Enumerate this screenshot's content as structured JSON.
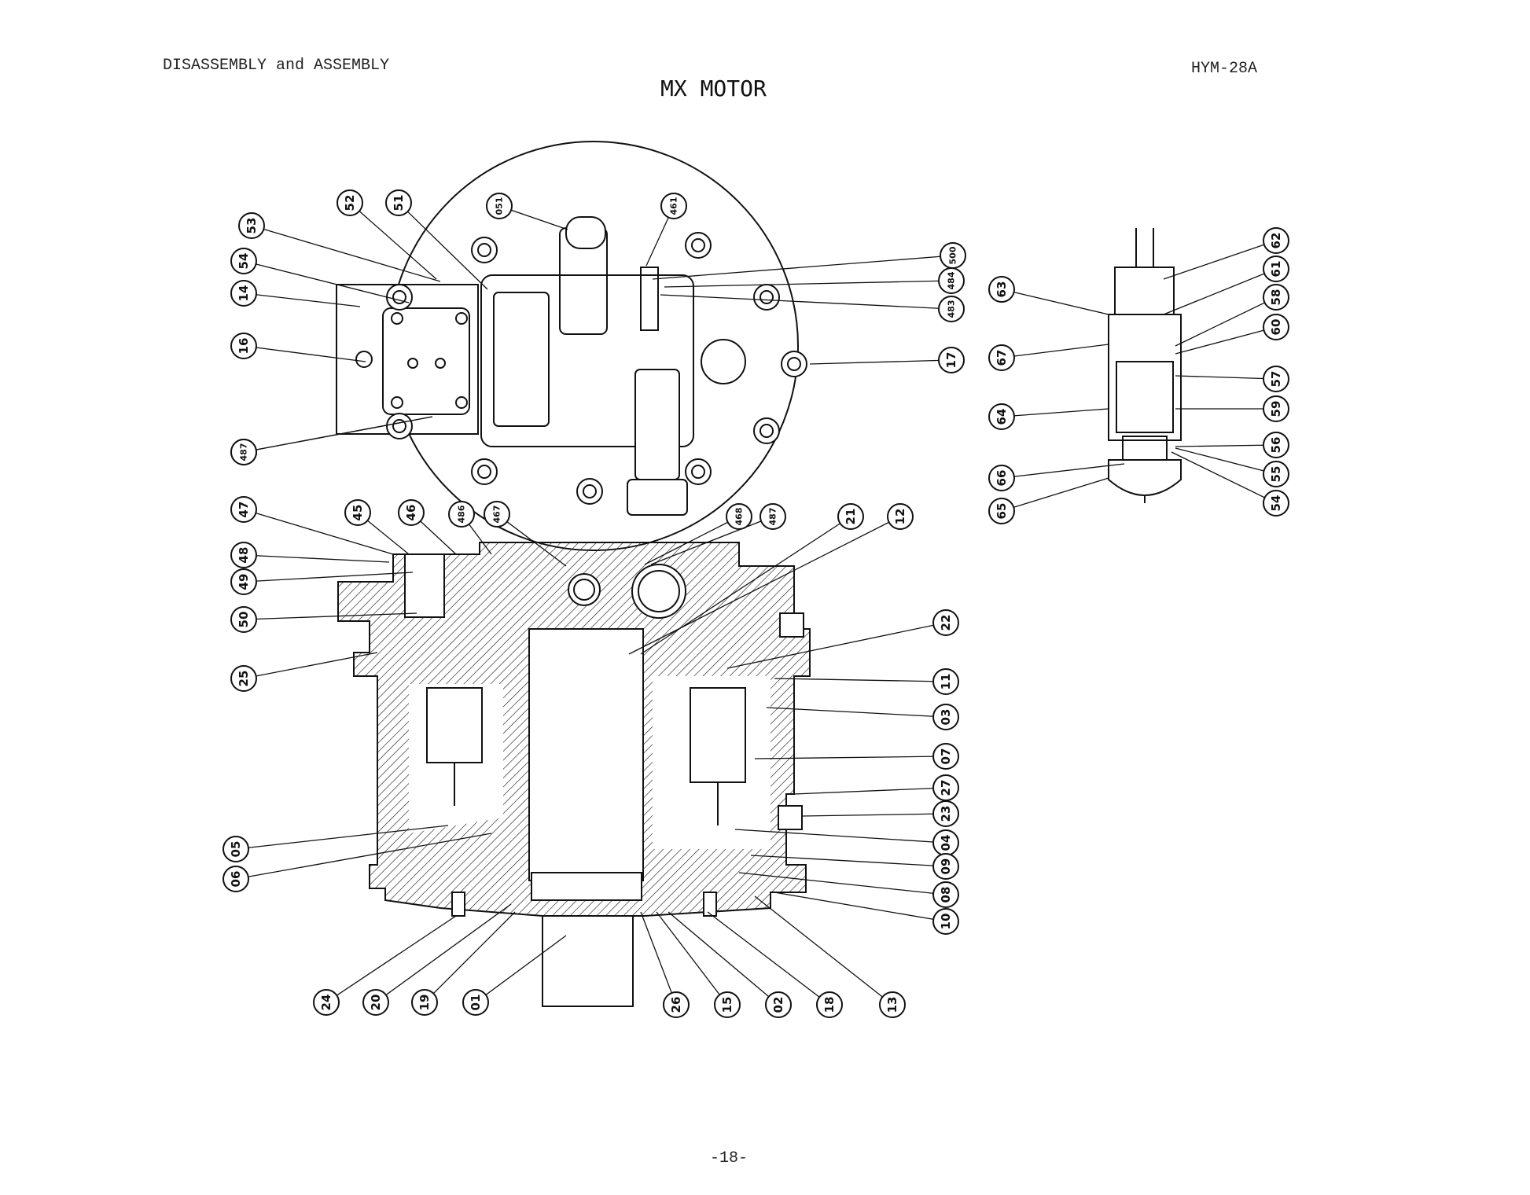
{
  "header": {
    "left": "DISASSEMBLY and ASSEMBLY",
    "right": "HYM-28A",
    "title": "MX MOTOR"
  },
  "footer": {
    "page": "-18-"
  },
  "callouts": {
    "top_view": [
      "52",
      "51",
      "051",
      "461",
      "53",
      "54",
      "14",
      "16",
      "468",
      "487",
      "500",
      "484",
      "483",
      "17"
    ],
    "relief_valve": [
      "62",
      "61",
      "58",
      "60",
      "63",
      "67",
      "57",
      "59",
      "64",
      "56",
      "55",
      "66",
      "65",
      "54"
    ],
    "section_view": [
      "47",
      "45",
      "46",
      "486",
      "467",
      "468",
      "487",
      "21",
      "12",
      "48",
      "49",
      "50",
      "25",
      "22",
      "11",
      "03",
      "07",
      "27",
      "23",
      "04",
      "09",
      "08",
      "10",
      "05",
      "06",
      "24",
      "20",
      "19",
      "01",
      "26",
      "15",
      "02",
      "18",
      "13"
    ]
  }
}
